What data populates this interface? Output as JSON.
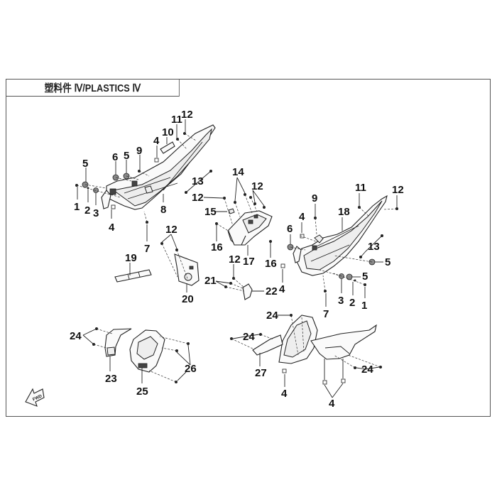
{
  "diagram": {
    "title": "塑料件 Ⅳ/PLASTICS Ⅳ",
    "fwd_label": "FWD",
    "callouts": {
      "left_cover": [
        "12",
        "11",
        "10",
        "4",
        "9",
        "5",
        "6",
        "5",
        "1",
        "2",
        "3",
        "4",
        "8",
        "13",
        "7"
      ],
      "bracket": [
        "14",
        "12",
        "12",
        "15",
        "16",
        "17",
        "16"
      ],
      "right_cover": [
        "11",
        "12",
        "9",
        "4",
        "18",
        "6",
        "13",
        "5",
        "5",
        "3",
        "2",
        "1",
        "4",
        "7"
      ],
      "small_parts": [
        "12",
        "19",
        "20",
        "12",
        "21",
        "22"
      ],
      "lower_left": [
        "24",
        "23",
        "25",
        "26"
      ],
      "fender": [
        "24",
        "24",
        "27",
        "4",
        "24",
        "4"
      ]
    }
  }
}
